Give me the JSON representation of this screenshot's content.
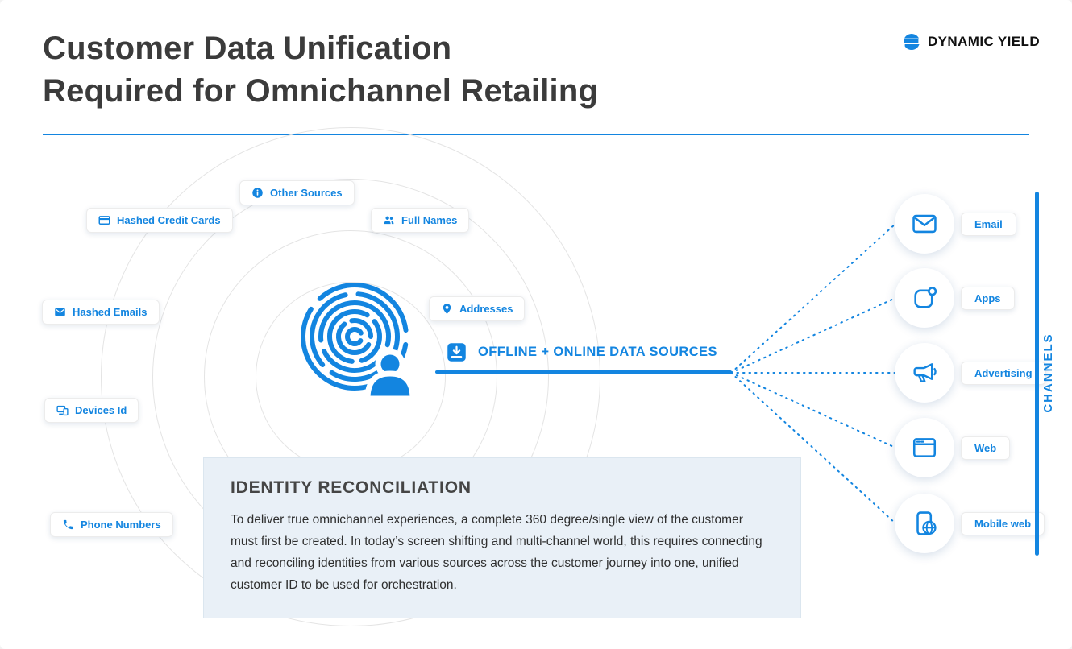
{
  "header": {
    "title_line1": "Customer Data Unification",
    "title_line2": "Required for Omnichannel Retailing",
    "brand": "DYNAMIC YIELD"
  },
  "sources": [
    {
      "label": "Other Sources",
      "icon": "info-icon"
    },
    {
      "label": "Hashed Credit Cards",
      "icon": "credit-card-icon"
    },
    {
      "label": "Full Names",
      "icon": "people-icon"
    },
    {
      "label": "Hashed Emails",
      "icon": "email-icon"
    },
    {
      "label": "Addresses",
      "icon": "location-pin-icon"
    },
    {
      "label": "Devices Id",
      "icon": "devices-icon"
    },
    {
      "label": "Phone Numbers",
      "icon": "phone-icon"
    }
  ],
  "flow": {
    "label": "OFFLINE + ONLINE DATA SOURCES",
    "icon": "download-tray-icon"
  },
  "channels": {
    "title": "CHANNELS",
    "items": [
      {
        "label": "Email",
        "icon": "envelope-icon"
      },
      {
        "label": "Apps",
        "icon": "app-icon"
      },
      {
        "label": "Advertising",
        "icon": "megaphone-icon"
      },
      {
        "label": "Web",
        "icon": "browser-icon"
      },
      {
        "label": "Mobile web",
        "icon": "mobile-globe-icon"
      }
    ]
  },
  "info_box": {
    "title": "IDENTITY RECONCILIATION",
    "body": "To deliver true omnichannel experiences, a complete 360 degree/single view of the customer must first be created. In today’s screen shifting and multi-channel world, this requires connecting and reconciling identities from various sources across the customer journey into one, unified customer ID to be used for orchestration."
  },
  "colors": {
    "accent": "#1385e0",
    "info_bg": "#e9f0f7",
    "ring": "#e4e4e4"
  }
}
